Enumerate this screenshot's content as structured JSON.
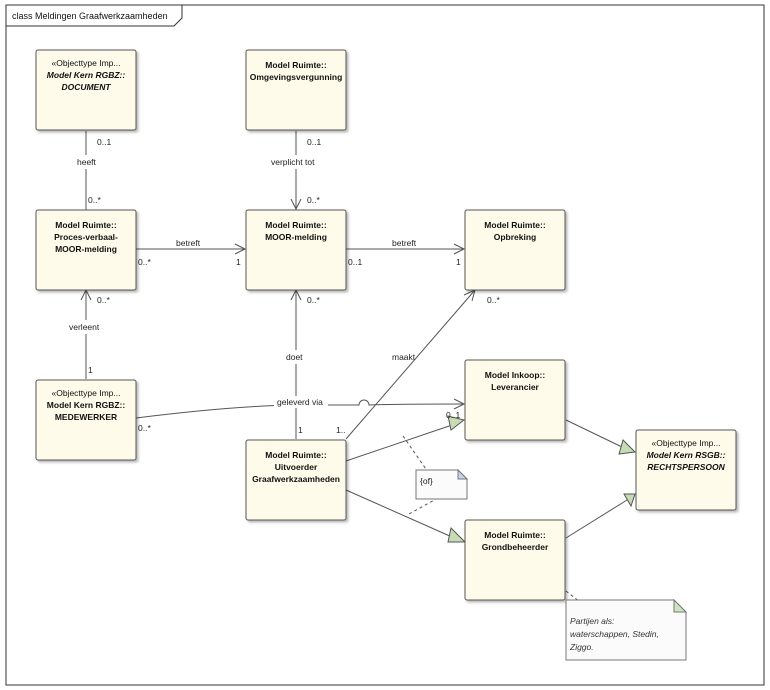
{
  "frame": {
    "title": "class Meldingen Graafwerkzaamheden"
  },
  "classes": {
    "document": {
      "stereotype": "«Objecttype Imp...",
      "line1": "Model Kern RGBZ::",
      "line2": "DOCUMENT"
    },
    "omgevingsvergunning": {
      "line1": "Model Ruimte::",
      "line2": "Omgevingsvergunning"
    },
    "proces_verbaal": {
      "line1": "Model Ruimte::",
      "line2": "Proces-verbaal-",
      "line3": "MOOR-melding"
    },
    "moor_melding": {
      "line1": "Model Ruimte::",
      "line2": "MOOR-melding"
    },
    "opbreking": {
      "line1": "Model Ruimte::",
      "line2": "Opbreking"
    },
    "medewerker": {
      "stereotype": "«Objecttype Imp...",
      "line1": "Model Kern RGBZ::",
      "line2": "MEDEWERKER"
    },
    "leverancier": {
      "line1": "Model Inkoop::",
      "line2": "Leverancier"
    },
    "uitvoerder": {
      "line1": "Model Ruimte::",
      "line2": "Uitvoerder",
      "line3": "Graafwerkzaamheden"
    },
    "rechtspersoon": {
      "stereotype": "«Objecttype Imp...",
      "line1": "Model Kern RSGB::",
      "line2": "RECHTSPERSOON"
    },
    "grondbeheerder": {
      "line1": "Model Ruimte::",
      "line2": "Grondbeheerder"
    }
  },
  "associations": {
    "heeft": {
      "label": "heeft",
      "src_mult": "0..1",
      "dst_mult": "0..*"
    },
    "verplicht_tot": {
      "label": "verplicht tot",
      "src_mult": "0..1",
      "dst_mult": "0..*"
    },
    "betreft_pv": {
      "label": "betreft",
      "src_mult": "0..*",
      "dst_mult": "1"
    },
    "betreft_moor": {
      "label": "betreft",
      "src_mult": "0..1",
      "dst_mult": "1"
    },
    "verleent": {
      "label": "verleent",
      "src_mult": "1",
      "dst_mult": "0..*"
    },
    "doet": {
      "label": "doet",
      "src_mult": "1",
      "dst_mult": "0..*"
    },
    "maakt": {
      "label": "maakt",
      "src_mult": "1..",
      "dst_mult": "0..*"
    },
    "geleverd_via": {
      "label": "geleverd via",
      "src_mult": "0..*",
      "dst_mult": "0..1"
    }
  },
  "notes": {
    "of": {
      "text": "{of}"
    },
    "partijen": {
      "line1": "Partijen als:",
      "line2": "waterschappen, Stedin,",
      "line3": "Ziggo."
    }
  }
}
